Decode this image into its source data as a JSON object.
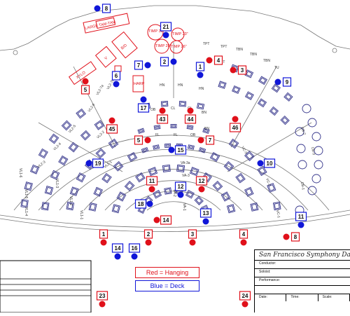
{
  "title_block": {
    "title": "San Francisco Symphony Davies",
    "conductor_label": "Conductor:",
    "soloist_label": "Soloist:",
    "performance_label": "Performance:",
    "date_label": "Date:",
    "time_label": "Time:",
    "scale_label": "Scale:"
  },
  "legend": {
    "red_label": "Red = Hanging",
    "blue_label": "Blue = Deck",
    "red_color": "#e0101a",
    "blue_color": "#1016d8"
  },
  "stage_labels": {
    "larger_tam_tam": "LARGE TAM-TAM",
    "xylo": "XYLO",
    "v": "V",
    "bd": "B/D",
    "harp": "HARP",
    "timps": [
      "TIMP 32\"",
      "TIMP 23\"",
      "TIMP 29\"",
      "TIMP 26\""
    ],
    "brass": [
      "TPT",
      "TPT",
      "TPT",
      "TBN",
      "TBN",
      "TBN",
      "TU"
    ],
    "winds": [
      "HN",
      "HN",
      "HN",
      "CL",
      "CL",
      "BN",
      "BN",
      "FL",
      "FL",
      "OB",
      "OB"
    ],
    "strings": [
      "VL2-7a",
      "VL2-7b",
      "VL2-6",
      "VL2-5",
      "VL2-4",
      "VL2-3",
      "VL2-2",
      "VL2-1",
      "VL1-6",
      "VL1-5",
      "VL1-4",
      "VL1-3",
      "VL1-2",
      "VL1-1",
      "VA-3a",
      "VA-3",
      "VA-2",
      "VA-1",
      "VC-3",
      "VC-2",
      "VC-1",
      "CB-3",
      "CB-2",
      "CB-1"
    ]
  },
  "mic_markers": [
    {
      "number": "1",
      "type": "red"
    },
    {
      "number": "2",
      "type": "red"
    },
    {
      "number": "3",
      "type": "red"
    },
    {
      "number": "4",
      "type": "red"
    },
    {
      "number": "5",
      "type": "red"
    },
    {
      "number": "7",
      "type": "red"
    },
    {
      "number": "8",
      "type": "red"
    },
    {
      "number": "11",
      "type": "red"
    },
    {
      "number": "12",
      "type": "red"
    },
    {
      "number": "14",
      "type": "red"
    },
    {
      "number": "23",
      "type": "red"
    },
    {
      "number": "24",
      "type": "red"
    },
    {
      "number": "43",
      "type": "red"
    },
    {
      "number": "44",
      "type": "red"
    },
    {
      "number": "45",
      "type": "red"
    },
    {
      "number": "46",
      "type": "red"
    },
    {
      "number": "1",
      "type": "blue"
    },
    {
      "number": "2",
      "type": "blue"
    },
    {
      "number": "3",
      "type": "red"
    },
    {
      "number": "4",
      "type": "red"
    },
    {
      "number": "5",
      "type": "red"
    },
    {
      "number": "6",
      "type": "blue"
    },
    {
      "number": "7",
      "type": "blue"
    },
    {
      "number": "8",
      "type": "blue"
    },
    {
      "number": "9",
      "type": "blue"
    },
    {
      "number": "10",
      "type": "blue"
    },
    {
      "number": "11",
      "type": "blue"
    },
    {
      "number": "12",
      "type": "blue"
    },
    {
      "number": "13",
      "type": "blue"
    },
    {
      "number": "14",
      "type": "blue"
    },
    {
      "number": "15",
      "type": "blue"
    },
    {
      "number": "16",
      "type": "blue"
    },
    {
      "number": "17",
      "type": "blue"
    },
    {
      "number": "18",
      "type": "blue"
    },
    {
      "number": "19",
      "type": "blue"
    },
    {
      "number": "21",
      "type": "blue"
    }
  ]
}
